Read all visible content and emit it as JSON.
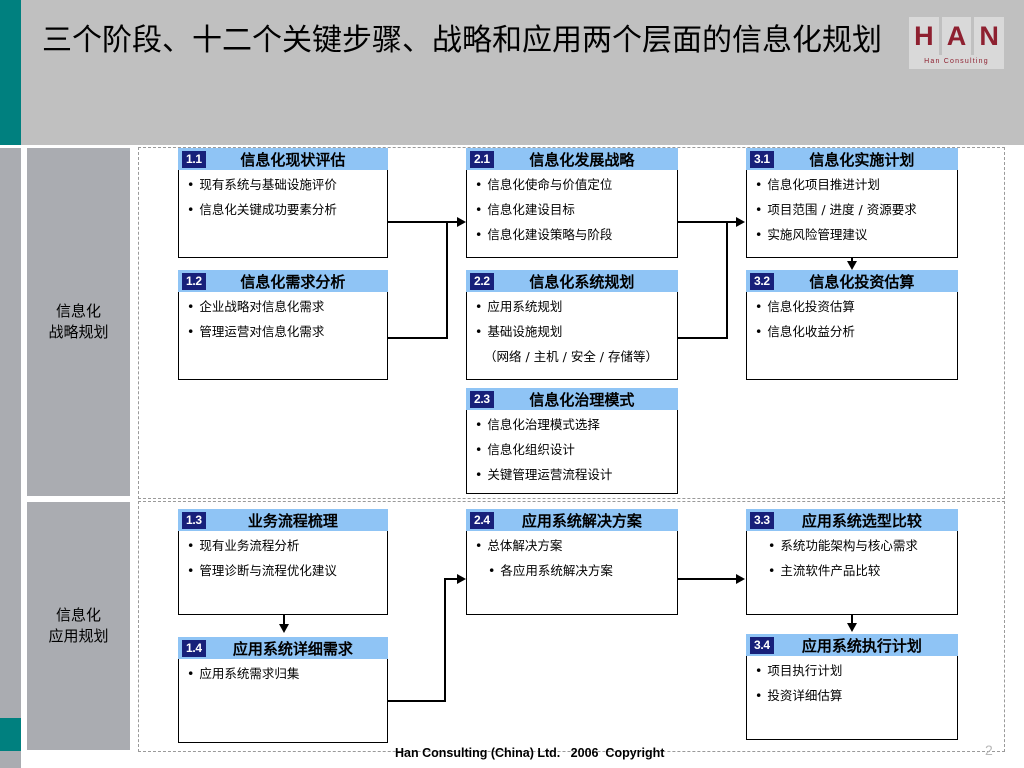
{
  "header": {
    "title": "三个阶段、十二个关键步骤、战略和应用两个层面的信息化规划",
    "logo": {
      "letters": [
        "H",
        "A",
        "N"
      ],
      "subtitle": "Han Consulting"
    }
  },
  "sections": [
    {
      "label": "信息化\n战略规划"
    },
    {
      "label": "信息化\n应用规划"
    }
  ],
  "boxes": [
    {
      "num": "1.1",
      "title": "信息化现状评估",
      "items": [
        {
          "text": "现有系统与基础设施评价",
          "style": "bullet"
        },
        {
          "text": "信息化关键成功要素分析",
          "style": "bullet"
        }
      ]
    },
    {
      "num": "1.2",
      "title": "信息化需求分析",
      "items": [
        {
          "text": "企业战略对信息化需求",
          "style": "bullet"
        },
        {
          "text": "管理运营对信息化需求",
          "style": "bullet"
        }
      ]
    },
    {
      "num": "2.1",
      "title": "信息化发展战略",
      "items": [
        {
          "text": "信息化使命与价值定位",
          "style": "bullet"
        },
        {
          "text": "信息化建设目标",
          "style": "bullet"
        },
        {
          "text": "信息化建设策略与阶段",
          "style": "bullet"
        }
      ]
    },
    {
      "num": "2.2",
      "title": "信息化系统规划",
      "items": [
        {
          "text": "应用系统规划",
          "style": "bullet"
        },
        {
          "text": "基础设施规划",
          "style": "bullet"
        },
        {
          "text": "（网络 / 主机 / 安全 / 存储等）",
          "style": "sub"
        }
      ]
    },
    {
      "num": "2.3",
      "title": "信息化治理模式",
      "items": [
        {
          "text": "信息化治理模式选择",
          "style": "bullet"
        },
        {
          "text": "信息化组织设计",
          "style": "bullet"
        },
        {
          "text": "关键管理运营流程设计",
          "style": "bullet"
        }
      ]
    },
    {
      "num": "3.1",
      "title": "信息化实施计划",
      "items": [
        {
          "text": "信息化项目推进计划",
          "style": "bullet"
        },
        {
          "text": "项目范围 / 进度 / 资源要求",
          "style": "bullet"
        },
        {
          "text": "实施风险管理建议",
          "style": "bullet"
        }
      ]
    },
    {
      "num": "3.2",
      "title": "信息化投资估算",
      "items": [
        {
          "text": "信息化投资估算",
          "style": "bullet"
        },
        {
          "text": "信息化收益分析",
          "style": "bullet"
        }
      ]
    },
    {
      "num": "1.3",
      "title": "业务流程梳理",
      "items": [
        {
          "text": "现有业务流程分析",
          "style": "bullet"
        },
        {
          "text": "管理诊断与流程优化建议",
          "style": "bullet"
        }
      ]
    },
    {
      "num": "1.4",
      "title": "应用系统详细需求",
      "items": [
        {
          "text": "应用系统需求归集",
          "style": "bullet"
        }
      ]
    },
    {
      "num": "2.4",
      "title": "应用系统解决方案",
      "items": [
        {
          "text": "总体解决方案",
          "style": "bullet"
        },
        {
          "text": "各应用系统解决方案",
          "style": "bullet-indent"
        }
      ]
    },
    {
      "num": "3.3",
      "title": "应用系统选型比较",
      "items": [
        {
          "text": "系统功能架构与核心需求",
          "style": "bullet-indent"
        },
        {
          "text": "主流软件产品比较",
          "style": "bullet-indent"
        }
      ]
    },
    {
      "num": "3.4",
      "title": "应用系统执行计划",
      "items": [
        {
          "text": "项目执行计划",
          "style": "bullet"
        },
        {
          "text": "投资详细估算",
          "style": "bullet"
        }
      ]
    }
  ],
  "footer": {
    "copyright": "Han Consulting (China) Ltd.   2006  Copyright",
    "page_number": "2"
  },
  "colors": {
    "teal": "#00807f",
    "header_bg": "#c0c0c0",
    "sidebar_gray": "#aaacb1",
    "box_header_blue": "#8fc4f5",
    "box_number_navy": "#17207a",
    "logo_red": "#8e2030"
  }
}
